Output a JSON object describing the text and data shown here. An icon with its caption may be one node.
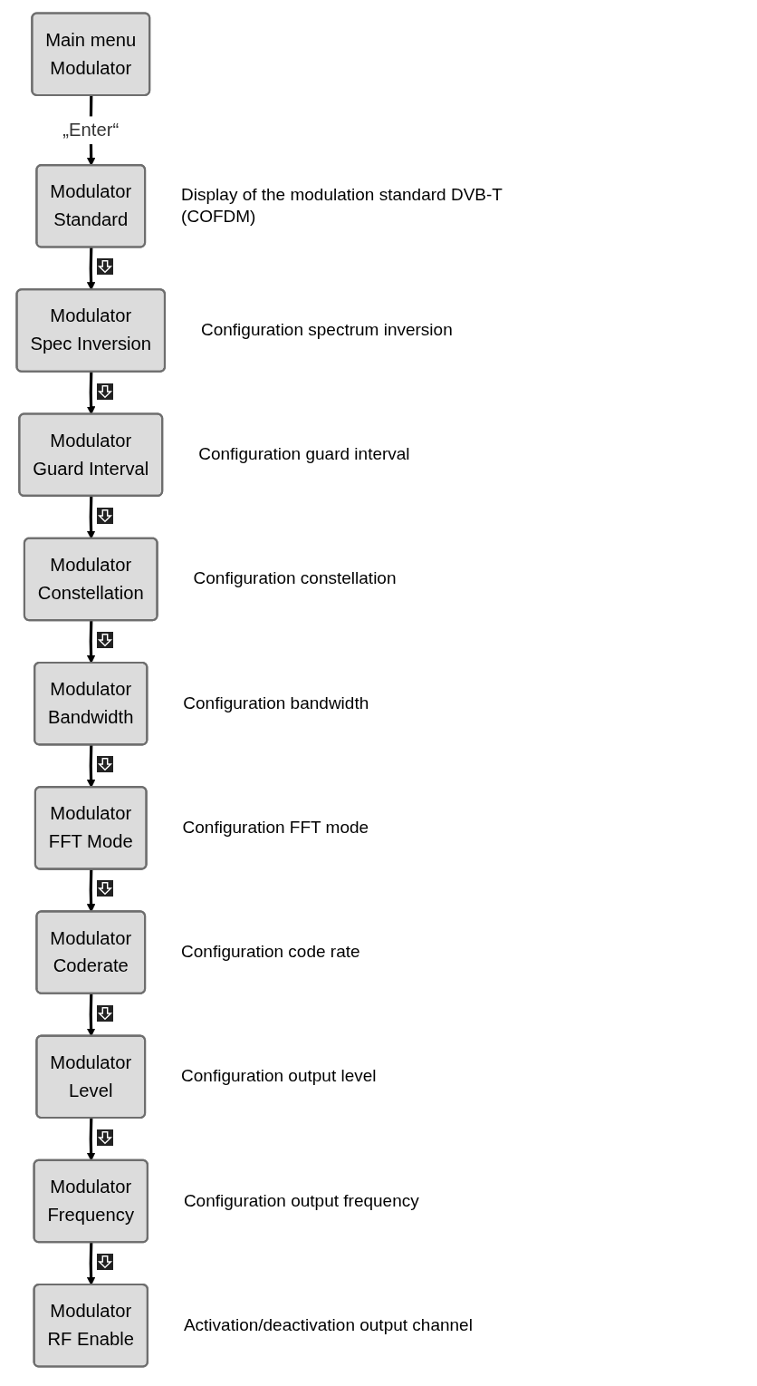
{
  "diagram": {
    "nodes": [
      {
        "text": [
          "Main menu",
          "Modulator"
        ]
      },
      {
        "text": [
          "Modulator",
          "Standard"
        ],
        "beside": [
          "Display of the modulation standard DVB-T (COFDM)"
        ]
      },
      {
        "text": [
          "Modulator",
          "Spec Inversion"
        ],
        "beside": [
          "Configuration spectrum inversion"
        ]
      },
      {
        "text": [
          "Modulator",
          "Guard Interval"
        ],
        "beside": [
          "Configuration guard interval"
        ]
      },
      {
        "text": [
          "Modulator",
          "Constellation"
        ],
        "beside": [
          "Configuration constellation"
        ]
      },
      {
        "text": [
          "Modulator",
          "Bandwidth"
        ],
        "beside": [
          "Configuration bandwidth"
        ]
      },
      {
        "text": [
          "Modulator",
          "FFT Mode"
        ],
        "beside": [
          "Configuration FFT mode"
        ]
      },
      {
        "text": [
          "Modulator",
          "Coderate"
        ],
        "beside": [
          "Configuration code rate"
        ]
      },
      {
        "text": [
          "Modulator",
          "Level"
        ],
        "beside": [
          "Configuration output level"
        ]
      },
      {
        "text": [
          "Modulator",
          "Frequency"
        ],
        "beside": [
          "Configuration output frequency"
        ]
      },
      {
        "text": [
          "Modulator",
          "RF Enable"
        ],
        "beside": [
          "Activation/deactivation output channel"
        ]
      }
    ],
    "edges": [
      {
        "from": 0,
        "to": 1,
        "arrow": "to",
        "label": "„Enter“"
      },
      {
        "from": 1,
        "to": 2,
        "arrow": "to"
      },
      {
        "from": 2,
        "to": 3,
        "arrow": "to"
      },
      {
        "from": 3,
        "to": 4,
        "arrow": "to"
      },
      {
        "from": 4,
        "to": 5,
        "arrow": "to"
      },
      {
        "from": 5,
        "to": 6,
        "arrow": "to"
      },
      {
        "from": 6,
        "to": 7,
        "arrow": "to"
      },
      {
        "from": 7,
        "to": 8,
        "arrow": "to"
      },
      {
        "from": 8,
        "to": 9,
        "arrow": "to"
      },
      {
        "from": 9,
        "to": 10,
        "arrow": "to"
      }
    ]
  }
}
